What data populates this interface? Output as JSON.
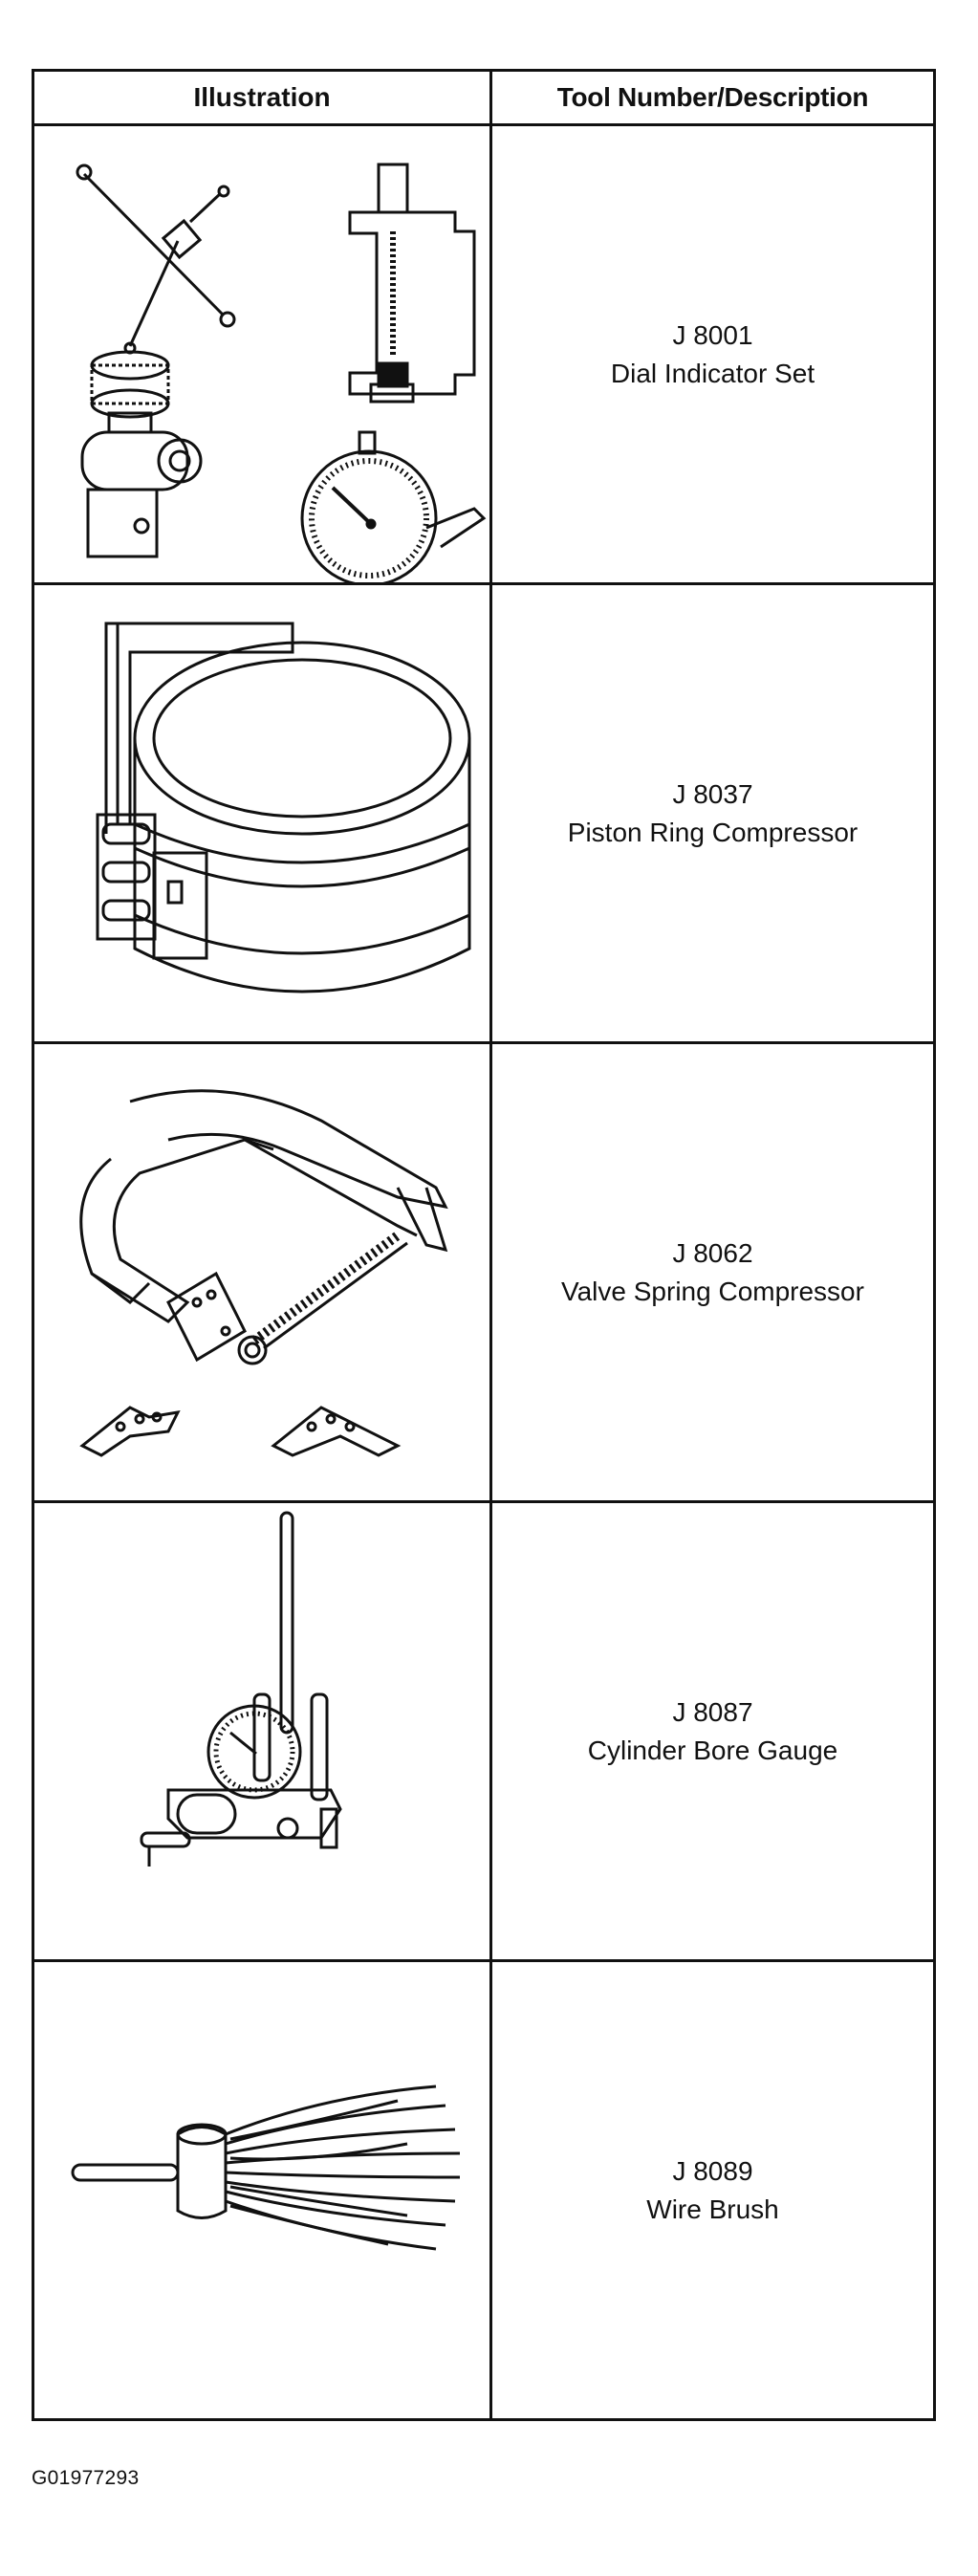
{
  "table": {
    "headers": {
      "illustration": "Illustration",
      "tool": "Tool Number/Description"
    },
    "rows": [
      {
        "number": "J 8001",
        "description": "Dial Indicator Set",
        "icon": "dial-indicator-set-icon"
      },
      {
        "number": "J 8037",
        "description": "Piston Ring Compressor",
        "icon": "piston-ring-compressor-icon"
      },
      {
        "number": "J 8062",
        "description": "Valve Spring Compressor",
        "icon": "valve-spring-compressor-icon"
      },
      {
        "number": "J 8087",
        "description": "Cylinder Bore Gauge",
        "icon": "cylinder-bore-gauge-icon"
      },
      {
        "number": "J 8089",
        "description": "Wire Brush",
        "icon": "wire-brush-icon"
      }
    ]
  },
  "figure_id": "G01977293"
}
